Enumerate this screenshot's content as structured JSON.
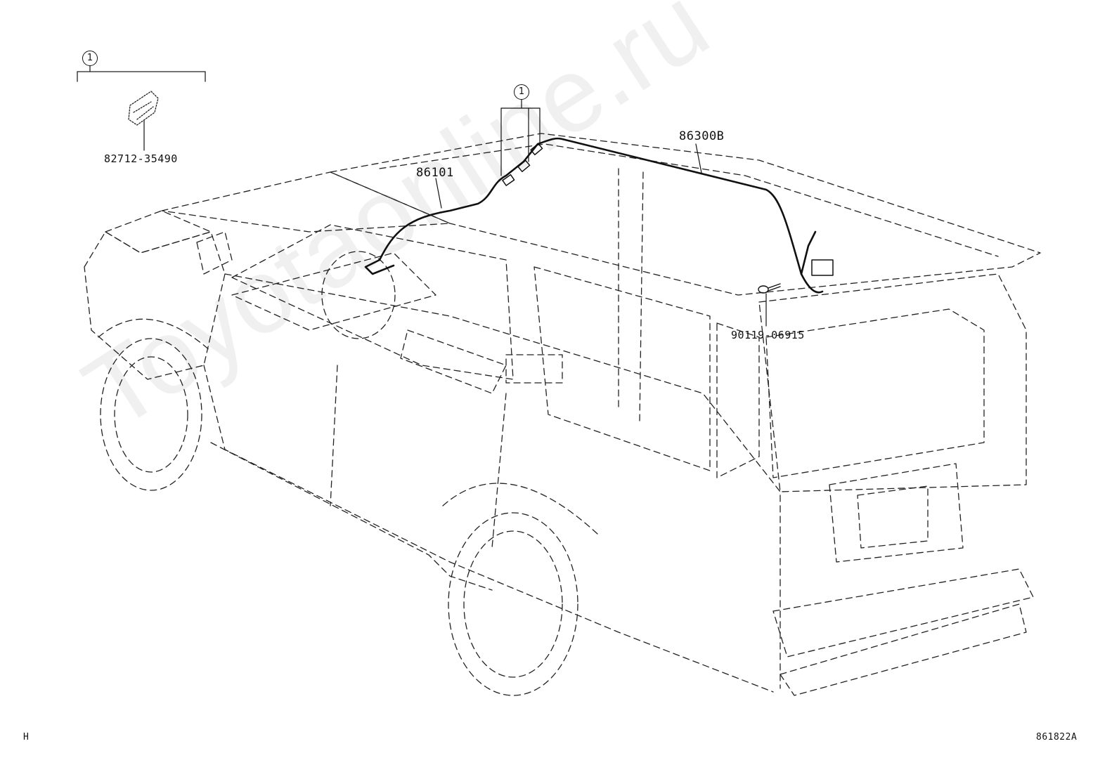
{
  "parts": {
    "p1": "82712-35490",
    "p2": "86101",
    "p3": "86300B",
    "p4": "90119-06915"
  },
  "callouts": {
    "c1": "1",
    "c2": "1"
  },
  "footer": {
    "left": "H",
    "right": "861822A"
  },
  "watermark": "Toyotaonline.ru"
}
